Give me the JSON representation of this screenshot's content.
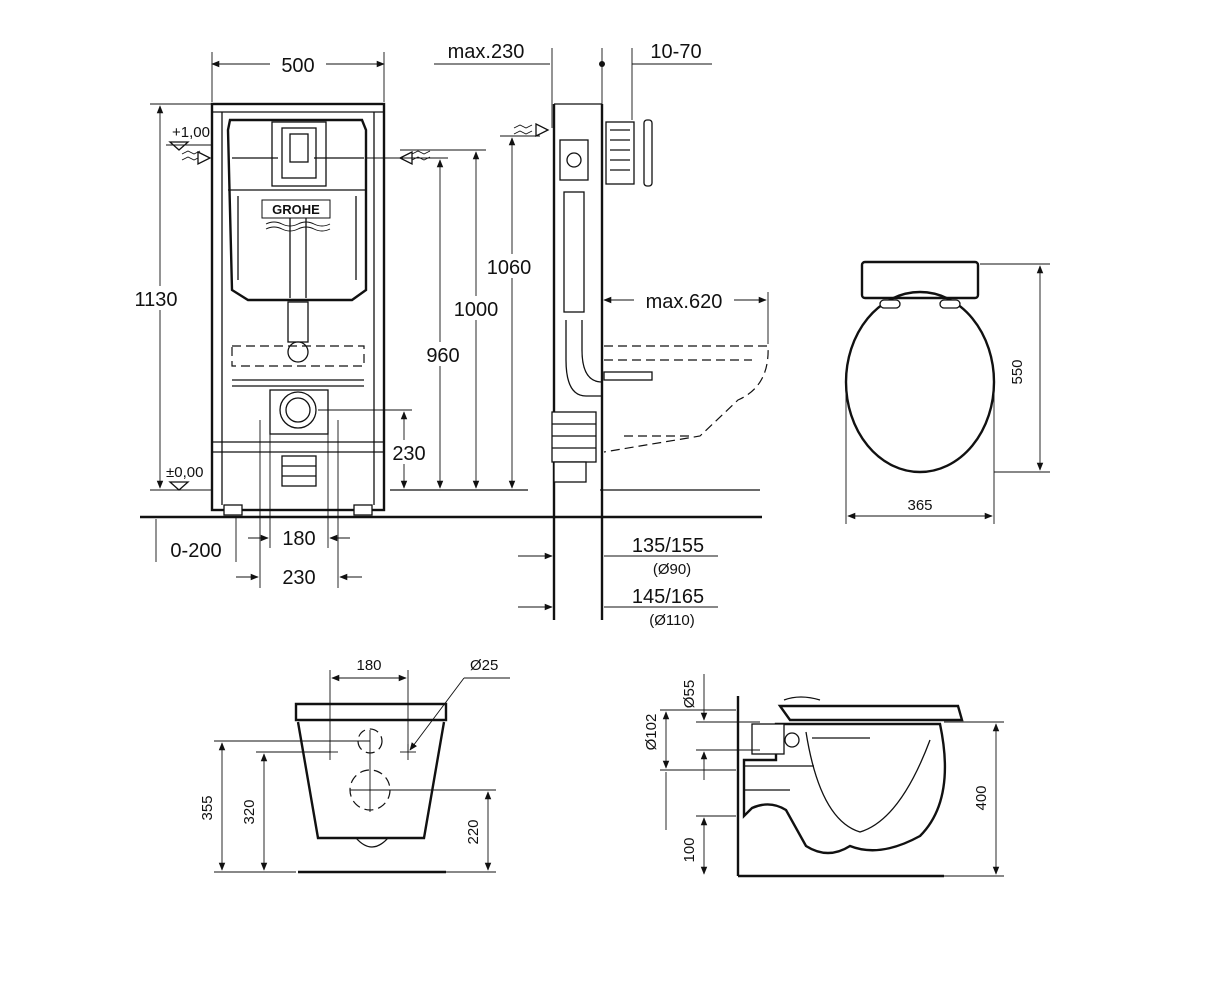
{
  "brand": {
    "logo_text": "GROHE"
  },
  "front_view": {
    "width": "500",
    "height_total": "1130",
    "level_top": "+1,00",
    "level_floor": "±0,00",
    "h_1060": "1060",
    "h_1000": "1000",
    "h_960": "960",
    "h_230": "230",
    "w_180": "180",
    "w_230": "230",
    "offset": "0-200"
  },
  "side_view": {
    "max_230": "max.230",
    "range_10_70": "10-70",
    "max_620": "max.620",
    "d_135_155": "135/155",
    "d_90": "(Ø90)",
    "d_145_165": "145/165",
    "d_110": "(Ø110)"
  },
  "seat_view": {
    "depth": "550",
    "width": "365"
  },
  "bowl_back_view": {
    "holes_spacing": "180",
    "hole_dia": "Ø25",
    "h_355": "355",
    "h_320": "320",
    "h_220": "220"
  },
  "bowl_side_view": {
    "d_55": "Ø55",
    "d_102": "Ø102",
    "h_100": "100",
    "h_400": "400"
  }
}
